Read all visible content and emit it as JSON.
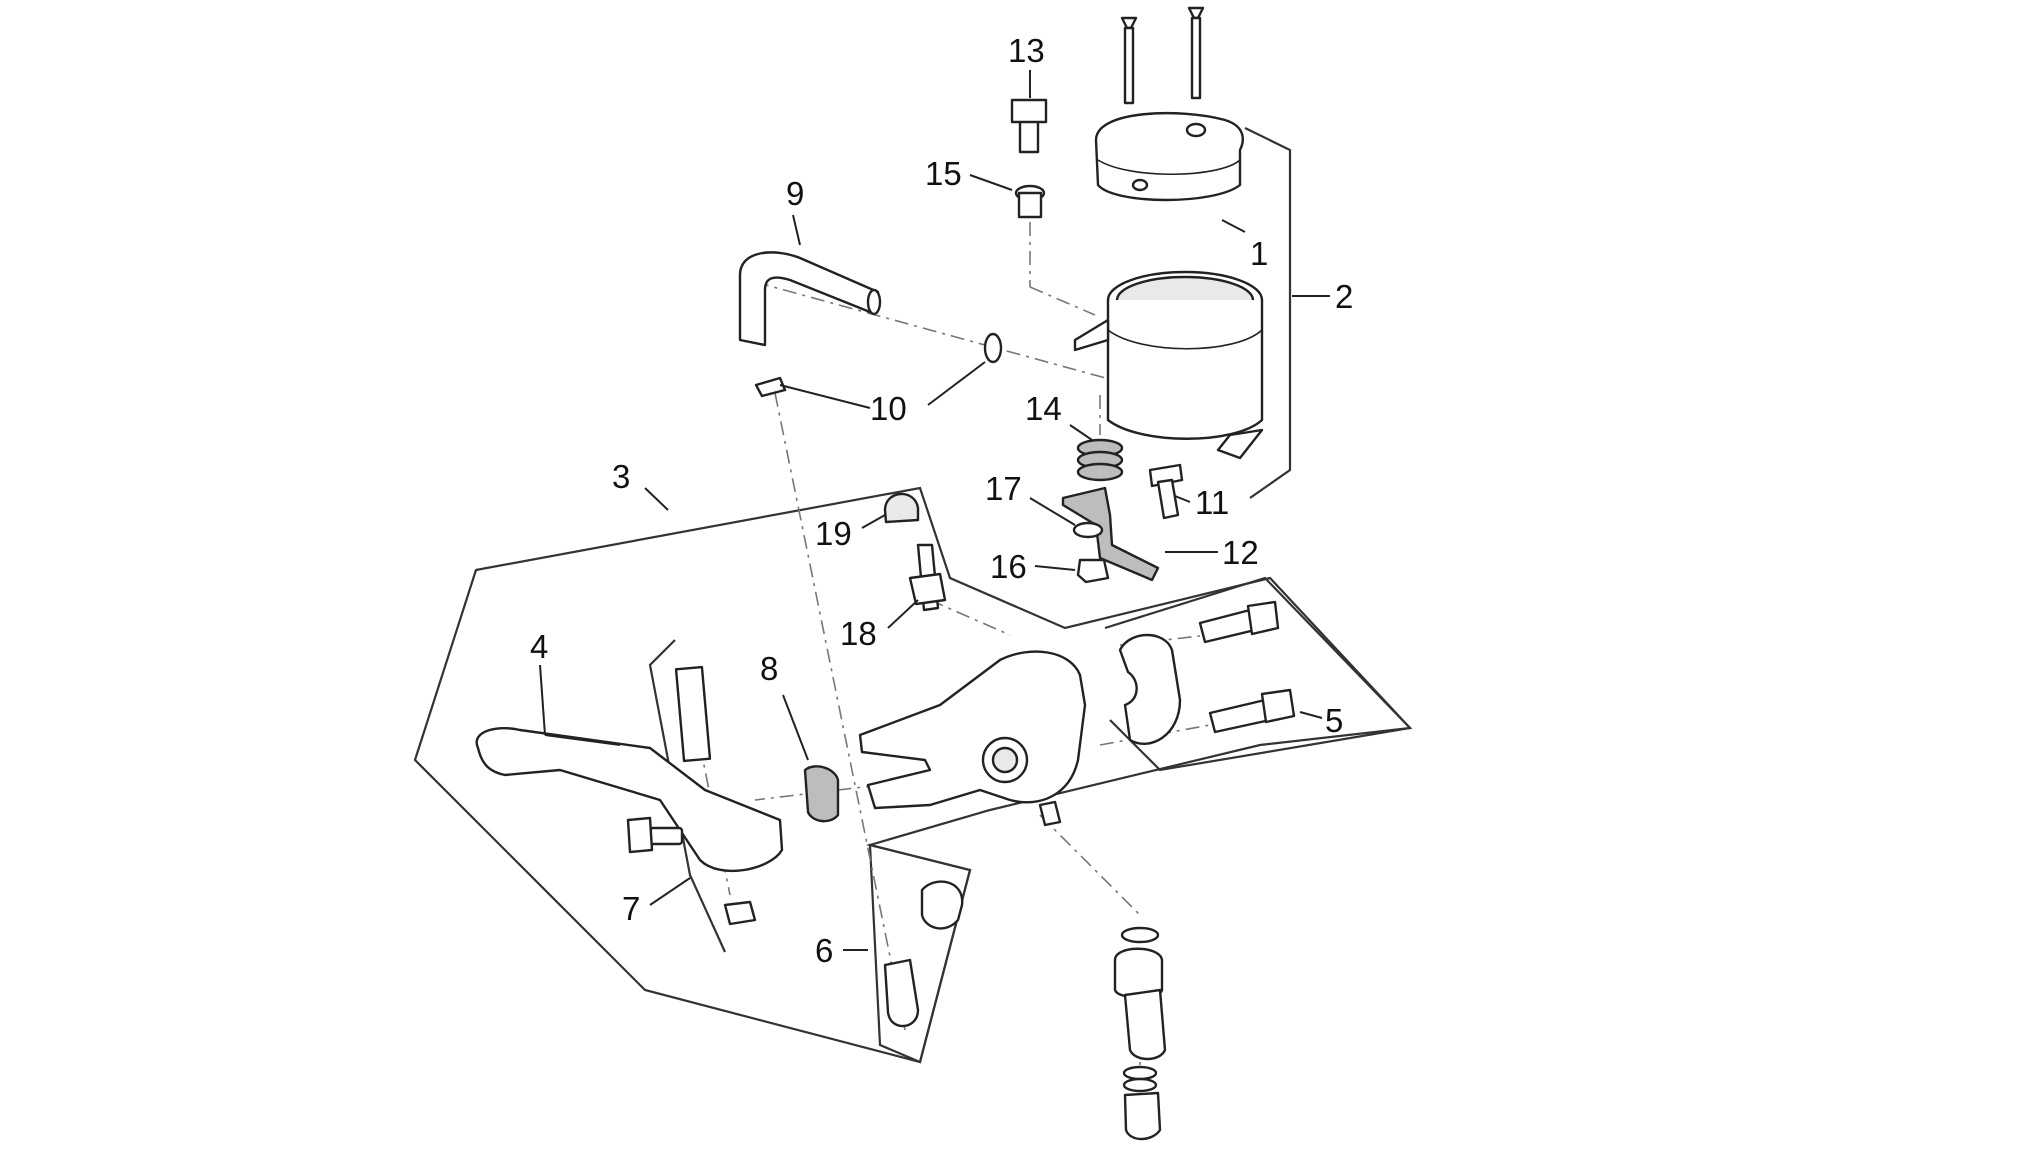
{
  "diagram": {
    "callouts": [
      {
        "id": "1",
        "text": "1"
      },
      {
        "id": "2",
        "text": "2"
      },
      {
        "id": "3",
        "text": "3"
      },
      {
        "id": "4",
        "text": "4"
      },
      {
        "id": "5",
        "text": "5"
      },
      {
        "id": "6",
        "text": "6"
      },
      {
        "id": "7",
        "text": "7"
      },
      {
        "id": "8",
        "text": "8"
      },
      {
        "id": "9",
        "text": "9"
      },
      {
        "id": "10",
        "text": "10"
      },
      {
        "id": "11",
        "text": "11"
      },
      {
        "id": "12",
        "text": "12"
      },
      {
        "id": "13",
        "text": "13"
      },
      {
        "id": "14",
        "text": "14"
      },
      {
        "id": "15",
        "text": "15"
      },
      {
        "id": "16",
        "text": "16"
      },
      {
        "id": "17",
        "text": "17"
      },
      {
        "id": "18",
        "text": "18"
      },
      {
        "id": "19",
        "text": "19"
      }
    ],
    "colors": {
      "line": "#222222",
      "fill_light": "#e9e9e9",
      "fill_dark": "#bdbdbd",
      "background": "#ffffff"
    }
  }
}
